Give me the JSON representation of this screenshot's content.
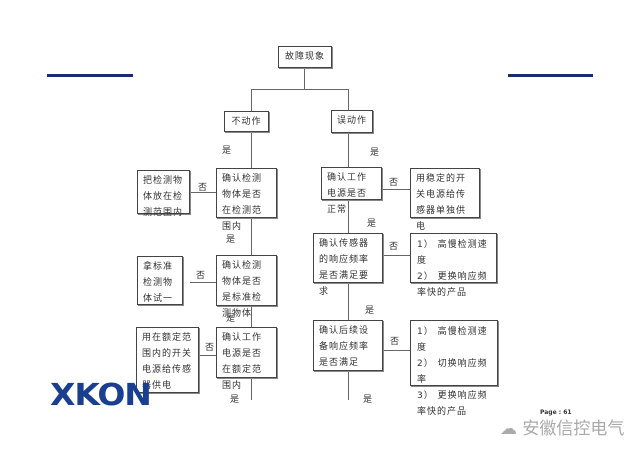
{
  "title": "故障现象",
  "branches": {
    "left": "不动作",
    "right": "误动作"
  },
  "yes": "是",
  "no": "否",
  "left_checks": [
    {
      "check": "确认检测物体是否在检测范围内",
      "action": "把检测物体放在检测范围内"
    },
    {
      "check": "确认检测物体是否是标准检测物体",
      "action": "拿标准检测物体试一"
    },
    {
      "check": "确认工作电源是否在额定范围内",
      "action": "用在额定范围内的开关电源给传感器供电"
    }
  ],
  "right_checks": [
    {
      "check": "确认工作电源是否正常",
      "action": "用稳定的开关电源给传感器单独供电"
    },
    {
      "check": "确认传感器的响应频率是否满足要求",
      "actions": [
        "1） 高慢检测速度",
        "2） 更换响应频率快的产品"
      ]
    },
    {
      "check": "确认后续设备响应频率是否满足",
      "actions": [
        "1） 高慢检测速度",
        "2） 切换响应频率",
        "3） 更换响应频率快的产品"
      ]
    }
  ],
  "logo": "XKON",
  "page": "Page : 61",
  "watermark": "安徽信控电气",
  "colors": {
    "accent": "#1c2a6e",
    "logo": "#1b3f8f"
  }
}
